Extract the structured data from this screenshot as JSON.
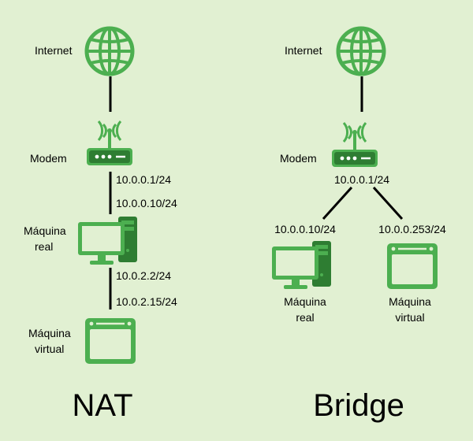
{
  "colors": {
    "background": "#e1f0d2",
    "icon_green": "#4caf50",
    "icon_dark_green": "#2e7d32",
    "line": "#000000"
  },
  "nat": {
    "title": "NAT",
    "internet_label": "Internet",
    "modem_label": "Modem",
    "real_machine_label": [
      "Máquina",
      "real"
    ],
    "virtual_machine_label": [
      "Máquina",
      "virtual"
    ],
    "ip_modem": "10.0.0.1/24",
    "ip_real_lan": "10.0.0.10/24",
    "ip_real_nat": "10.0.2.2/24",
    "ip_virtual": "10.0.2.15/24"
  },
  "bridge": {
    "title": "Bridge",
    "internet_label": "Internet",
    "modem_label": "Modem",
    "ip_modem": "10.0.0.1/24",
    "ip_real": "10.0.0.10/24",
    "ip_virtual": "10.0.0.253/24",
    "real_machine_label": [
      "Máquina",
      "real"
    ],
    "virtual_machine_label": [
      "Máquina",
      "virtual"
    ]
  },
  "icons": [
    "globe-icon",
    "modem-icon",
    "computer-icon",
    "window-icon"
  ]
}
